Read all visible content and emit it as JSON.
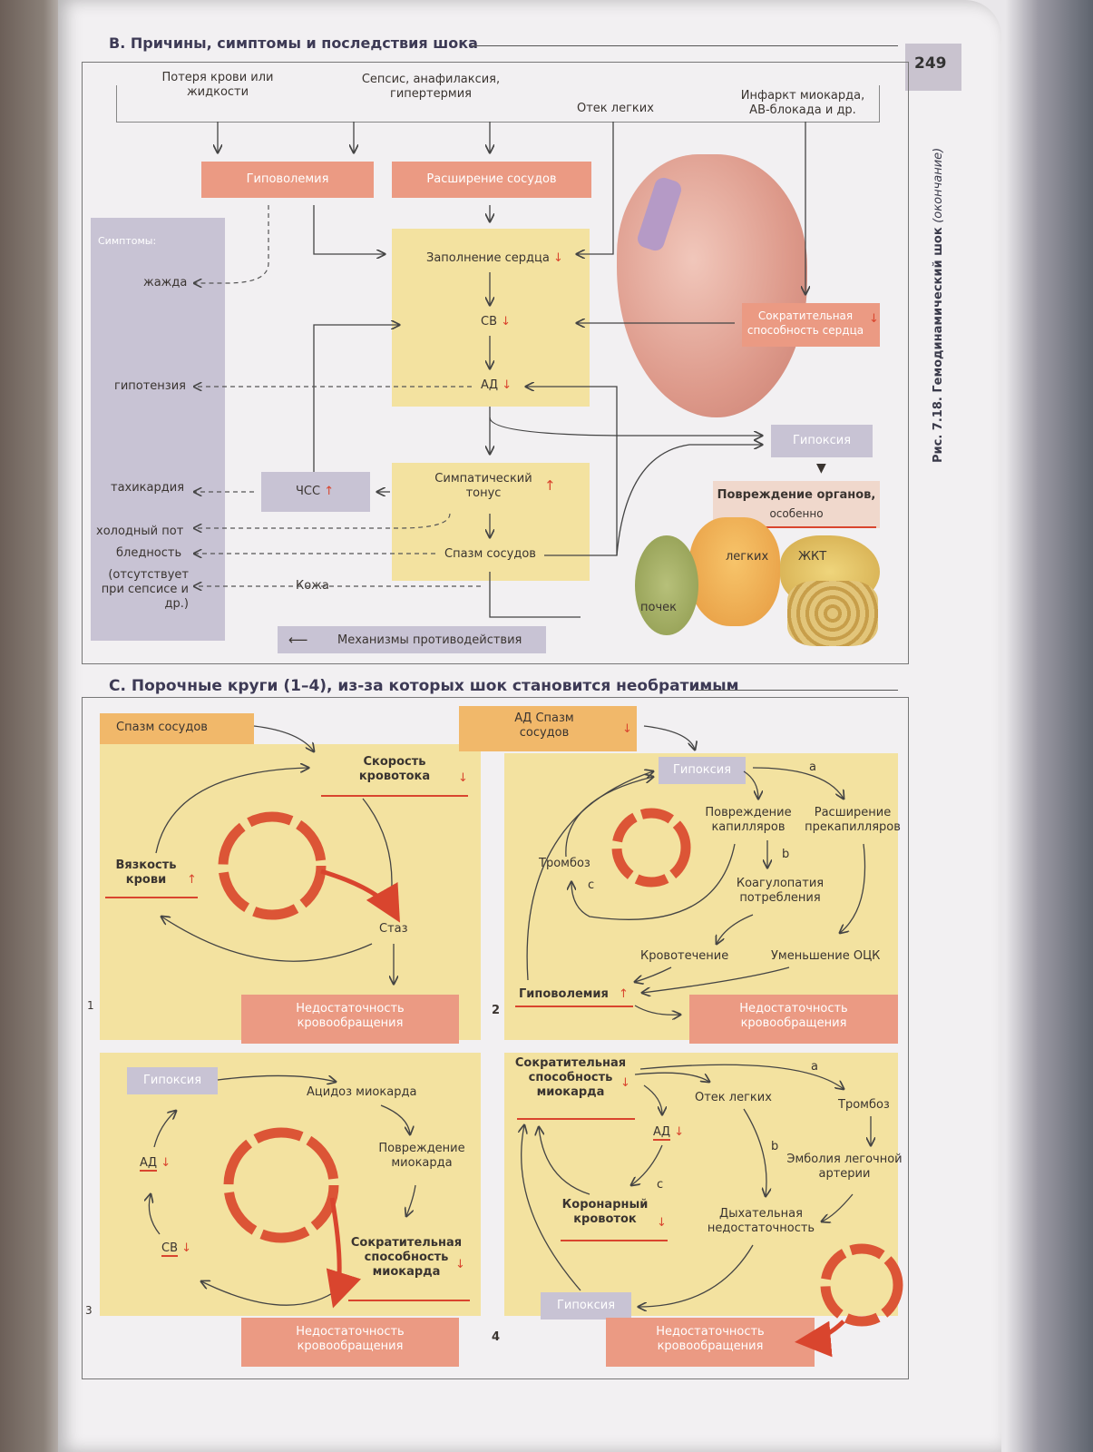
{
  "page_number": "249",
  "side_caption": {
    "fig": "Рис. 7.18.",
    "title": "Гемодинамический шок",
    "note": "(окончание)"
  },
  "section_b": {
    "title": "B. Причины, симптомы и последствия шока",
    "causes": [
      "Потеря крови или жидкости",
      "Сепсис, анафилаксия, гипертермия",
      "Отек легких",
      "Инфаркт миокарда, АВ-блокада и др."
    ],
    "hypovolemia": "Гиповолемия",
    "vasodilation": "Расширение сосудов",
    "symptoms_label": "Симптомы:",
    "symptoms": {
      "thirst": "жажда",
      "hypotension": "гипотензия",
      "tachycardia": "тахикардия",
      "cold_sweat": "холодный пот",
      "pallor": "бледность",
      "pallor_note": "(отсутствует при сепсисе и др.)"
    },
    "filling": "Заполнение сердца",
    "co": "СВ",
    "bp": "АД",
    "sympathetic": "Симпатический тонус",
    "spasm": "Спазм сосудов",
    "hr": "ЧСС",
    "skin": "Кожа",
    "contractility": "Сократительная способность сердца",
    "hypoxia": "Гипоксия",
    "organ_damage": "Повреждение органов,",
    "organ_damage_sub": "особенно",
    "lungs": "легких",
    "git": "ЖКТ",
    "kidneys": "почек",
    "counter": "Механизмы противодействия"
  },
  "section_c": {
    "title": "C. Порочные круги (1–4), из-за которых шок становится необратимым",
    "c1": {
      "num": "1",
      "spasm": "Спазм сосудов",
      "flow": "Скорость кровотока",
      "viscosity": "Вязкость крови",
      "stasis": "Стаз",
      "failure": "Недостаточность кровообращения"
    },
    "c2": {
      "num": "2",
      "top": "АД Спазм сосудов",
      "hypoxia": "Гипоксия",
      "a": "a",
      "b": "b",
      "c": "c",
      "cap_damage": "Повреждение капилляров",
      "precap": "Расширение прекапилляров",
      "thrombosis": "Тромбоз",
      "coag": "Коагулопатия потребления",
      "bleeding": "Кровотечение",
      "bcv": "Уменьшение ОЦК",
      "hypovolemia": "Гиповолемия",
      "failure": "Недостаточность кровообращения"
    },
    "c3": {
      "num": "3",
      "hypoxia": "Гипоксия",
      "acidosis": "Ацидоз миокарда",
      "damage": "Повреждение миокарда",
      "bp": "АД",
      "co": "СВ",
      "contractility": "Сократительная способность миокарда",
      "failure": "Недостаточность кровообращения"
    },
    "c4": {
      "num": "4",
      "contractility": "Сократительная способность миокарда",
      "a": "a",
      "b": "b",
      "c": "c",
      "edema": "Отек легких",
      "thrombosis": "Тромбоз",
      "bp": "АД",
      "embolism": "Эмболия легочной артерии",
      "coronary": "Коронарный кровоток",
      "resp": "Дыхательная недостаточность",
      "hypoxia": "Гипоксия",
      "failure": "Недостаточность кровообращения"
    }
  },
  "colors": {
    "peach": "#eb9a83",
    "yellow": "#f3e2a0",
    "lavender": "#c8c3d4",
    "orange": "#f1b86a",
    "red": "#d9452e"
  }
}
